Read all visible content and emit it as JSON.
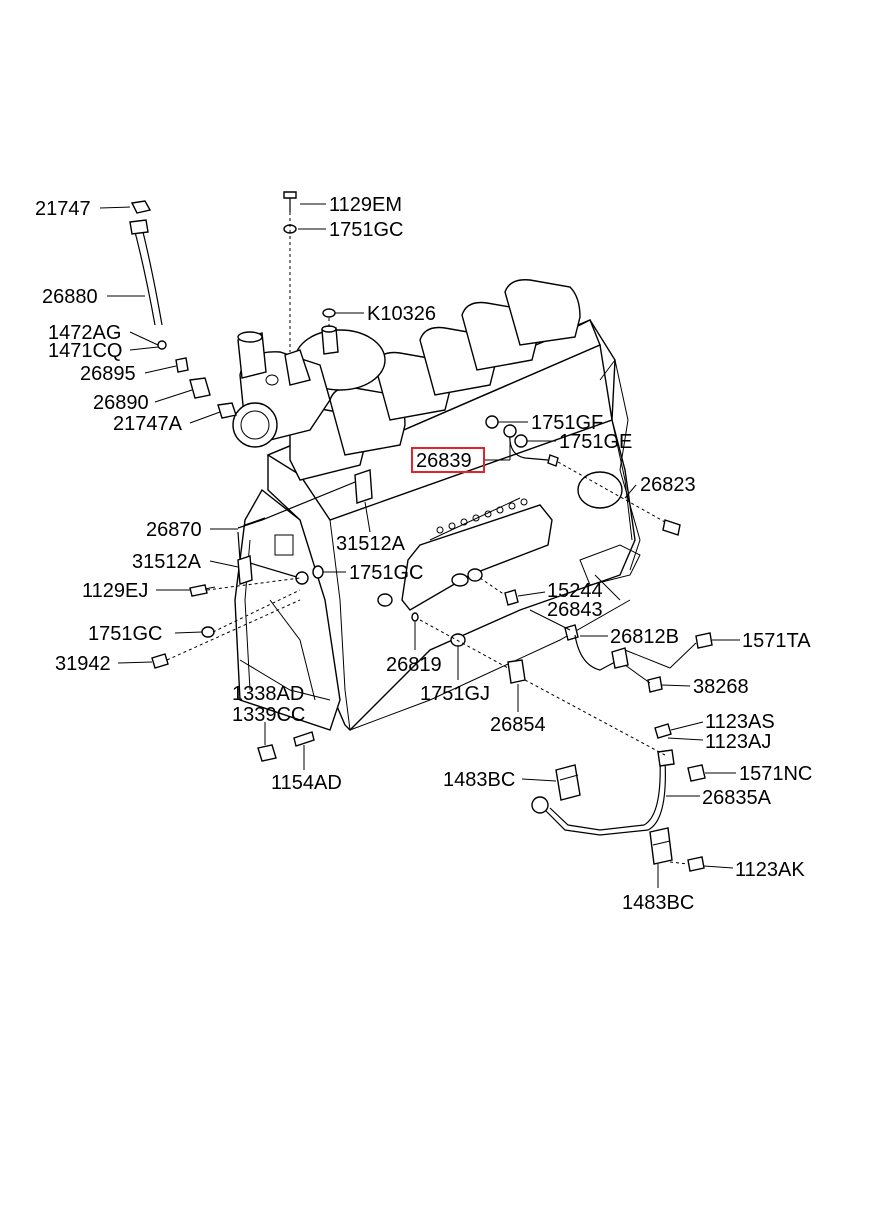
{
  "labels": {
    "p21747": "21747",
    "p26880": "26880",
    "p1472AG": "1472AG",
    "p1471CQ": "1471CQ",
    "p26895": "26895",
    "p26890": "26890",
    "p21747A": "21747A",
    "p1129EM": "1129EM",
    "p1751GC_top": "1751GC",
    "pK10326": "K10326",
    "p1751GF": "1751GF",
    "p26839": "26839",
    "p1751GE": "1751GE",
    "p26823": "26823",
    "p26870": "26870",
    "p31512A_right": "31512A",
    "p31512A_left": "31512A",
    "p1751GC_mid": "1751GC",
    "p1129EJ": "1129EJ",
    "p15244": "15244",
    "p26843": "26843",
    "p1751GC_low": "1751GC",
    "p26812B": "26812B",
    "p1571TA": "1571TA",
    "p31942": "31942",
    "p26819": "26819",
    "p38268": "38268",
    "p1751GJ": "1751GJ",
    "p1338AD": "1338AD",
    "p1339CC": "1339CC",
    "p26854": "26854",
    "p1123AS": "1123AS",
    "p1123AJ": "1123AJ",
    "p1154AD": "1154AD",
    "p1571NC": "1571NC",
    "p1483BC_top": "1483BC",
    "p26835A": "26835A",
    "p1123AK": "1123AK",
    "p1483BC_bottom": "1483BC"
  },
  "highlight": {
    "part": "26839",
    "color": "#e0262a"
  }
}
